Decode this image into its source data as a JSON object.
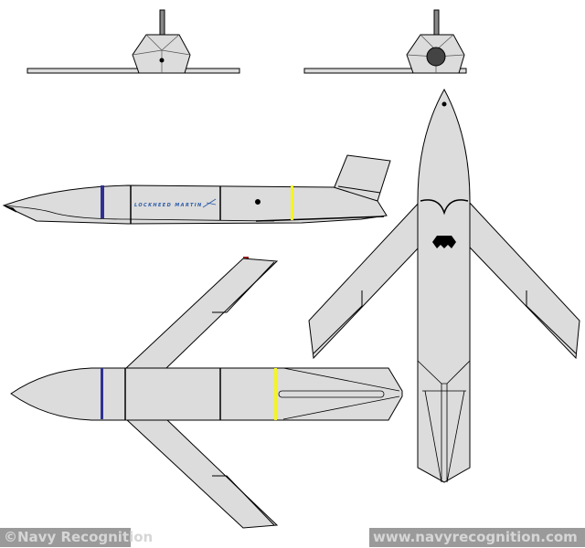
{
  "watermark": {
    "copyright": "©Navy Recognition",
    "website": "www.navyrecognition.com"
  },
  "missile": {
    "logo_text": "LOCKHEED MARTIN",
    "views": [
      "front",
      "rear",
      "side",
      "top",
      "bottom"
    ]
  },
  "colors": {
    "body": "#dcdcdc",
    "outline": "#000000",
    "band_blue": "#2e3192",
    "band_yellow": "#f5f51e",
    "rear_nozzle": "#444444",
    "watermark_bg": "#9a9a9a",
    "watermark_text": "#d6d6d6"
  }
}
